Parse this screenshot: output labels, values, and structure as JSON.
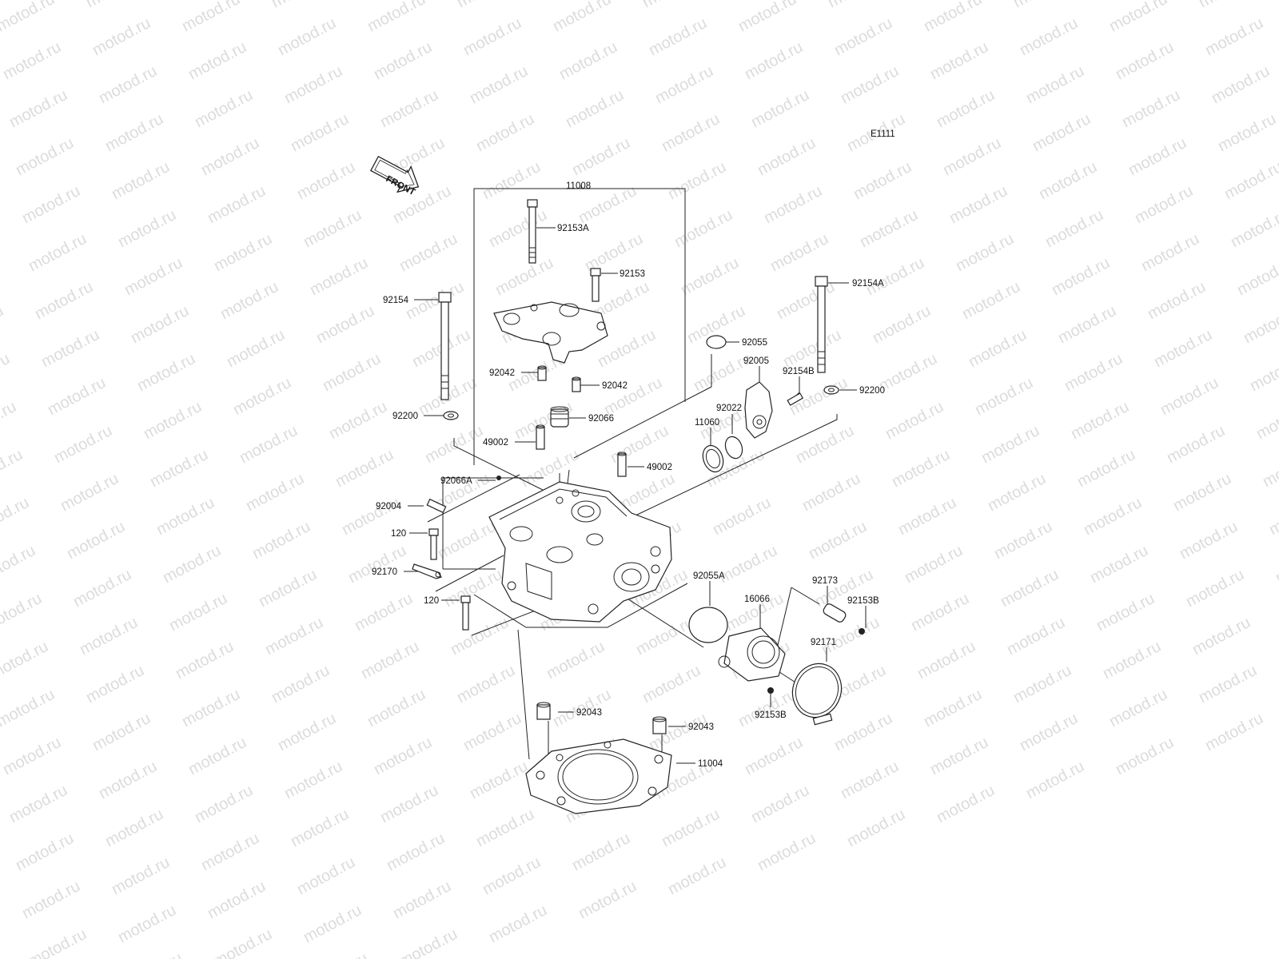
{
  "diagram": {
    "code": "E1111",
    "front_label": "FRONT",
    "watermark_text": "motod.ru",
    "labels": {
      "l11008": "11008",
      "l92153A": "92153A",
      "l92153": "92153",
      "l92154": "92154",
      "l92154A": "92154A",
      "l92055": "92055",
      "l92005": "92005",
      "l92154B": "92154B",
      "l92200_left": "92200",
      "l92200_right": "92200",
      "l92042_left": "92042",
      "l92042_right": "92042",
      "l92066": "92066",
      "l92022": "92022",
      "l11060": "11060",
      "l49002_left": "49002",
      "l49002_right": "49002",
      "l92066A": "92066A",
      "l92004": "92004",
      "l120_top": "120",
      "l120_bottom": "120",
      "l92170": "92170",
      "l92055A": "92055A",
      "l16066": "16066",
      "l92173": "92173",
      "l92153B_top": "92153B",
      "l92153B_bottom": "92153B",
      "l92171": "92171",
      "l92043_left": "92043",
      "l92043_right": "92043",
      "l11004": "11004"
    }
  }
}
